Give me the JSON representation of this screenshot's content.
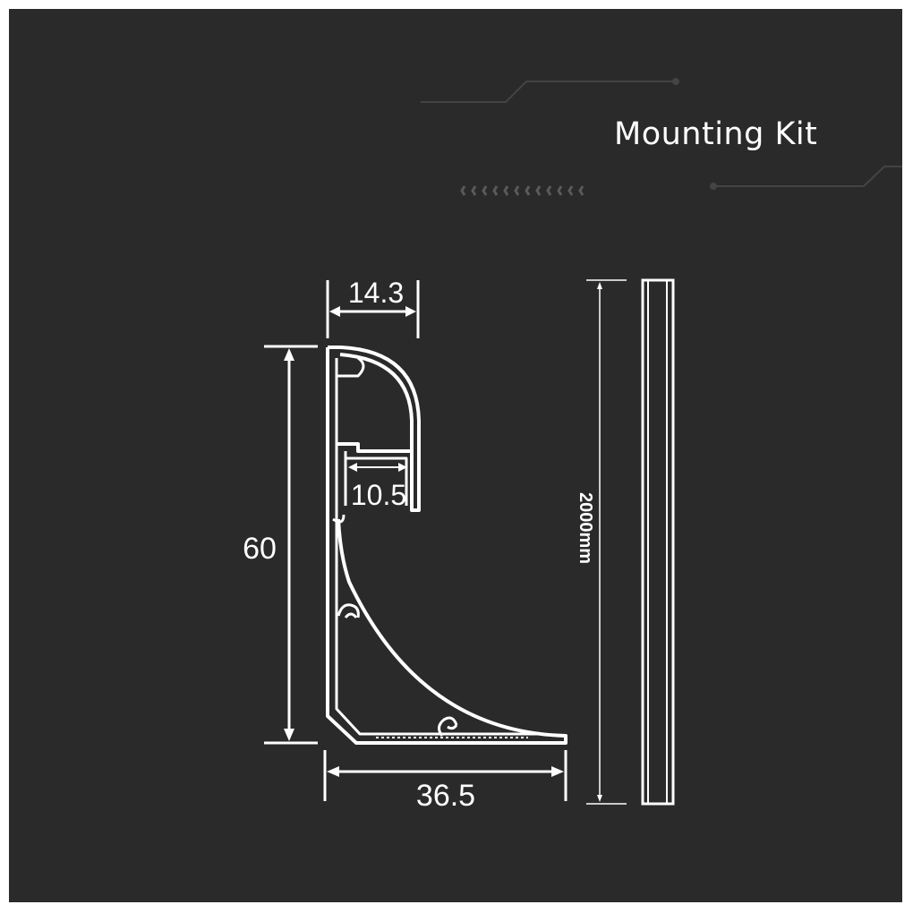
{
  "title": "Mounting Kit",
  "dimensions": {
    "top_width": "14.3",
    "height": "60",
    "base_width": "36.5",
    "channel_width": "10.5",
    "length": "2000mm"
  },
  "colors": {
    "background": "#2a2a2a",
    "lines": "#ffffff",
    "decor": "#4a4a4a"
  }
}
